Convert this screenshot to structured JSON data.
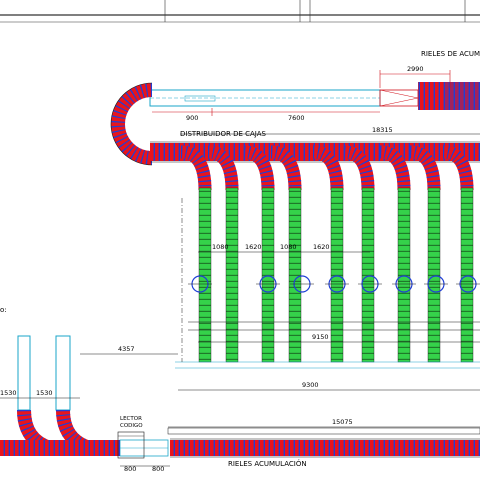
{
  "labels": {
    "rieles_top": "RIELES DE ACUM",
    "distribuidor": "DISTRIBUIDOR DE CAJAS",
    "lector": "LECTOR",
    "codigo": "CODIGO",
    "rieles_bottom": "RIELES ACUMULACIÓN",
    "left_cut": "o:"
  },
  "dimensions": {
    "d2990": "2990",
    "d900": "900",
    "d7600": "7600",
    "d18315": "18315",
    "d1080a": "1080",
    "d1620a": "1620",
    "d1080b": "1080",
    "d1620b": "1620",
    "d9150": "9150",
    "d9300": "9300",
    "d4357": "4357",
    "d1530a": "1530",
    "d1530b": "1530",
    "d15075": "15075",
    "d800a": "800",
    "d800b": "800"
  },
  "colors": {
    "conveyor_red": "#e8141c",
    "conveyor_blue": "#1f3fd6",
    "lane_green": "#35d24a",
    "dim_red": "#d0101a",
    "cyan": "#1aa6c9",
    "dark": "#1a1a1a"
  }
}
